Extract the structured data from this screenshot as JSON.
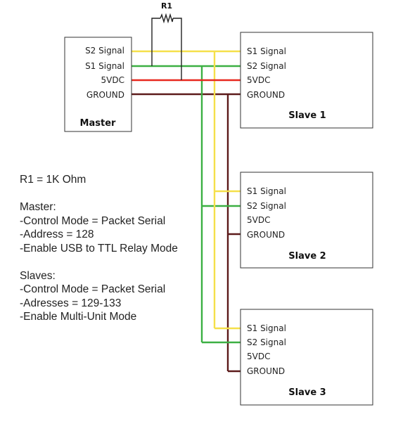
{
  "resistor": {
    "label": "R1"
  },
  "colors": {
    "s1_signal_wire": "#3cb043",
    "s2_signal_wire": "#f5e04a",
    "vdc_wire": "#e8281e",
    "ground_wire": "#5c1a1a",
    "box_border": "#333333"
  },
  "master": {
    "title": "Master",
    "pins": [
      "S2 Signal",
      "S1 Signal",
      "5VDC",
      "GROUND"
    ]
  },
  "slaves": [
    {
      "title": "Slave 1",
      "pins": [
        "S1 Signal",
        "S2 Signal",
        "5VDC",
        "GROUND"
      ]
    },
    {
      "title": "Slave 2",
      "pins": [
        "S1 Signal",
        "S2 Signal",
        "5VDC",
        "GROUND"
      ]
    },
    {
      "title": "Slave 3",
      "pins": [
        "S1 Signal",
        "S2 Signal",
        "5VDC",
        "GROUND"
      ]
    }
  ],
  "notes": {
    "resistor_value": "R1 = 1K Ohm",
    "master_heading": "Master:",
    "master_lines": [
      "-Control Mode = Packet Serial",
      "-Address = 128",
      "-Enable USB to TTL Relay Mode"
    ],
    "slaves_heading": "Slaves:",
    "slaves_lines": [
      "-Control Mode = Packet Serial",
      "-Adresses = 129-133",
      "-Enable Multi-Unit Mode"
    ]
  }
}
